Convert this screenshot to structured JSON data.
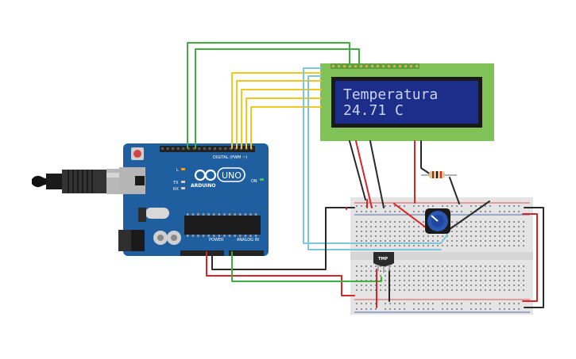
{
  "lcd": {
    "line1": "Temperatura",
    "line2": "24.71 C"
  },
  "arduino": {
    "brand": "ARDUINO",
    "model": "UNO",
    "digital_label": "DIGITAL (PWM ~)",
    "power_label": "POWER",
    "analog_label": "ANALOG IN",
    "on_label": "ON",
    "tx_label": "TX",
    "rx_label": "RX",
    "l_label": "L"
  },
  "sensor": {
    "label": "TMP"
  },
  "colors": {
    "board": "#1f5fa0",
    "lcd_bezel": "#80c257",
    "lcd_screen": "#1d2e8a",
    "breadboard": "#e4e4e4",
    "wire_green": "#3fae3f",
    "wire_yellow": "#f2c81e",
    "wire_cyan": "#7cc7dc",
    "wire_red": "#d9252a",
    "wire_black": "#2a2a2a"
  }
}
